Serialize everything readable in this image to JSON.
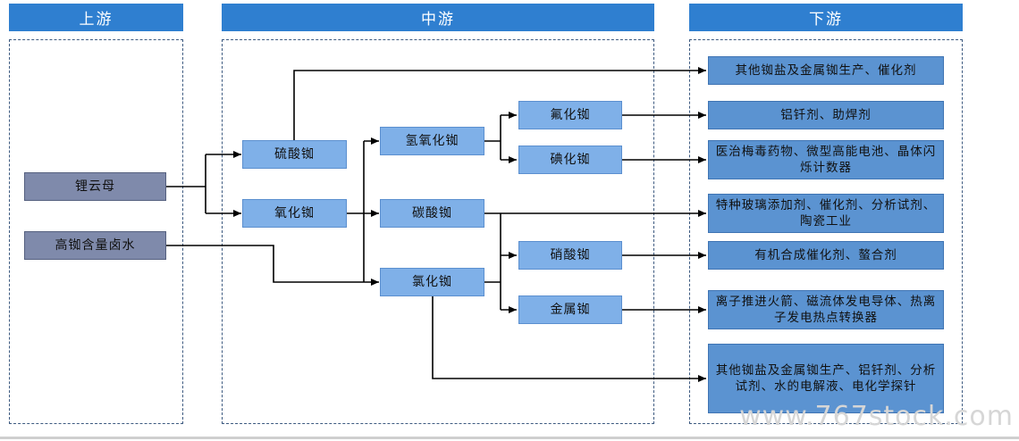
{
  "headers": {
    "upstream": "上游",
    "midstream": "中游",
    "downstream": "下游"
  },
  "upstream": {
    "lepidolite": "锂云母",
    "brine": "高铷含量卤水"
  },
  "midstream": {
    "rb_sulfate": "硫酸铷",
    "rb_oxide": "氧化铷",
    "rb_hydroxide": "氢氧化铷",
    "rb_carbonate": "碳酸铷",
    "rb_chloride": "氯化铷",
    "rb_fluoride": "氟化铷",
    "rb_iodide": "碘化铷",
    "rb_nitrate": "硝酸铷",
    "rb_metal": "金属铷"
  },
  "downstream": {
    "d1": "其他铷盐及金属铷生产、催化剂",
    "d2": "铝钎剂、助焊剂",
    "d3": "医治梅毒药物、微型高能电池、晶体闪烁计数器",
    "d4": "特种玻璃添加剂、催化剂、分析试剂、陶瓷工业",
    "d5": "有机合成催化剂、螯合剂",
    "d6": "离子推进火箭、磁流体发电导体、热离子发电热点转换器",
    "d7": "其他铷盐及金属铷生产、铝钎剂、分析试剂、水的电解液、电化学探针"
  },
  "watermark": "www.767stock.com",
  "colors": {
    "header": "#2f7fd0",
    "source": "#7f8aab",
    "mid": "#7fb0e8",
    "dest": "#5b93d1",
    "border": "#3d5a80"
  }
}
